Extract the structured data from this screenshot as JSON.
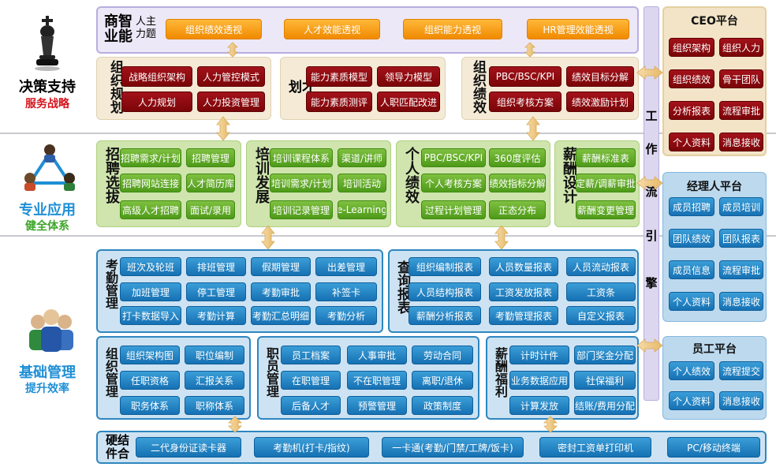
{
  "left": {
    "top_title": "决策支持",
    "top_sub": "服务战略",
    "mid_title": "专业应用",
    "mid_sub": "健全体系",
    "bot_title": "基础管理",
    "bot_sub": "提升效率"
  },
  "bi": {
    "label_a": "商智",
    "label_b": "业能",
    "label_c": "人主",
    "label_d": "力题",
    "items": [
      "组织绩效透视",
      "人才效能透视",
      "组织能力透视",
      "HR管理效能透视"
    ]
  },
  "org_plan": {
    "label": "组织规划",
    "items": [
      "战略组织架构",
      "人力管控模式",
      "人力规划",
      "人力投资管理"
    ]
  },
  "talent_plan": {
    "label": "划才",
    "items": [
      "能力素质模型",
      "领导力模型",
      "能力素质测评",
      "人职匹配改进"
    ]
  },
  "org_perf": {
    "label": "组织绩效",
    "items": [
      "PBC/BSC/KPI",
      "绩效目标分解",
      "组织考核方案",
      "绩效激励计划"
    ]
  },
  "ceo": {
    "title": "CEO平台",
    "items": [
      "组织架构",
      "组织人力",
      "组织绩效",
      "骨干团队",
      "分析报表",
      "流程审批",
      "个人资料",
      "消息接收"
    ]
  },
  "workflow": {
    "chars": [
      "工",
      "作",
      "流",
      "引",
      "擎"
    ]
  },
  "recruit": {
    "label": "招聘选拔",
    "items": [
      "招聘需求/计划",
      "招聘管理",
      "招聘网站连接",
      "人才简历库",
      "高级人才招聘",
      "面试/录用"
    ]
  },
  "training": {
    "label": "培训发展",
    "items": [
      "培训课程体系",
      "渠道/讲师",
      "培训需求/计划",
      "培训活动",
      "培训记录管理",
      "e-Learning"
    ]
  },
  "perf": {
    "label": "个人绩效",
    "items": [
      "PBC/BSC/KPI",
      "360度评估",
      "个人考核方案",
      "绩效指标分解",
      "过程计划管理",
      "正态分布"
    ]
  },
  "salary": {
    "label": "薪酬设计",
    "items": [
      "薪酬标准表",
      "定薪/调薪审批",
      "薪酬变更管理"
    ]
  },
  "manager": {
    "title": "经理人平台",
    "items": [
      "成员招聘",
      "成员培训",
      "团队绩效",
      "团队报表",
      "成员信息",
      "流程审批",
      "个人资料",
      "消息接收"
    ]
  },
  "attendance": {
    "label": "考勤管理",
    "items": [
      "班次及轮班",
      "排班管理",
      "假期管理",
      "出差管理",
      "加班管理",
      "停工管理",
      "考勤审批",
      "补签卡",
      "打卡数据导入",
      "考勤计算",
      "考勤汇总明细",
      "考勤分析"
    ]
  },
  "query": {
    "label": "查询报表",
    "items": [
      "组织编制报表",
      "人员数量报表",
      "人员流动报表",
      "人员结构报表",
      "工资发放报表",
      "工资条",
      "薪酬分析报表",
      "考勤管理报表",
      "自定义报表"
    ]
  },
  "employee": {
    "title": "员工平台",
    "items": [
      "个人绩效",
      "流程提交",
      "个人资料",
      "消息接收"
    ]
  },
  "orgmgmt": {
    "label": "组织管理",
    "items": [
      "组织架构图",
      "职位编制",
      "任职资格",
      "汇报关系",
      "职务体系",
      "职称体系"
    ]
  },
  "staff": {
    "label": "职员管理",
    "items": [
      "员工档案",
      "人事审批",
      "劳动合同",
      "在职管理",
      "不在职管理",
      "离职/退休",
      "后备人才",
      "预警管理",
      "政策制度"
    ]
  },
  "welfare": {
    "label": "薪酬福利",
    "items": [
      "计时计件",
      "部门奖金分配",
      "业务数据应用",
      "社保福利",
      "计算发放",
      "结账/费用分配"
    ]
  },
  "hardware": {
    "label_a": "硬结",
    "label_b": "件合",
    "items": [
      "二代身份证读卡器",
      "考勤机(打卡/指纹)",
      "一卡通(考勤/门禁/工牌/饭卡)",
      "密封工资单打印机",
      "PC/移动终端"
    ]
  },
  "colors": {
    "orange": "#f39200",
    "darkred": "#8b0a10",
    "green": "#5aa523",
    "blue": "#1b7fc1",
    "left_red": "#d4141c",
    "left_blue": "#1f8fd6",
    "left_green": "#3ea52a"
  },
  "icons": [
    "chess-king-icon",
    "people-network-icon",
    "people-group-icon",
    "double-arrow-icon"
  ]
}
